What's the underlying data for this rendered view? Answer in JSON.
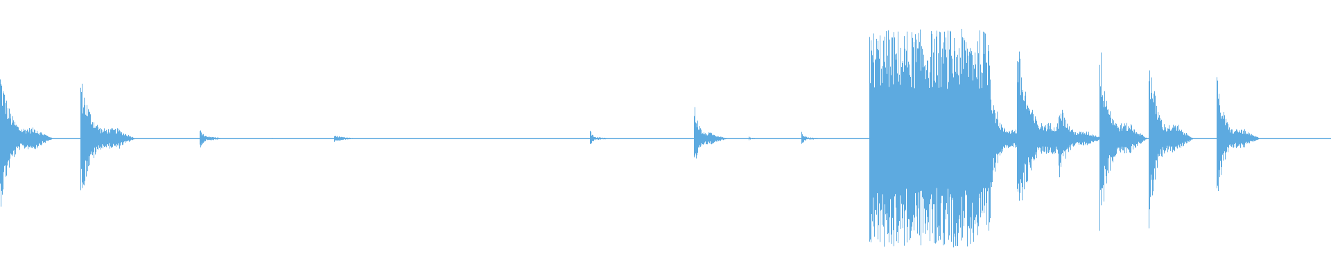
{
  "waveform": {
    "color": "#5DAAE0",
    "background": "#FFFFFF",
    "duration_fraction_segments": [
      {
        "start": 0.0,
        "end": 0.028,
        "amp": 0.62
      },
      {
        "start": 0.06,
        "end": 0.09,
        "amp": 0.58
      },
      {
        "start": 0.15,
        "end": 0.16,
        "amp": 0.1
      },
      {
        "start": 0.204,
        "end": 0.205,
        "amp": 0.02
      },
      {
        "start": 0.251,
        "end": 0.28,
        "amp": 0.03
      },
      {
        "start": 0.443,
        "end": 0.451,
        "amp": 0.08
      },
      {
        "start": 0.521,
        "end": 0.535,
        "amp": 0.35
      },
      {
        "start": 0.562,
        "end": 0.564,
        "amp": 0.06
      },
      {
        "start": 0.602,
        "end": 0.611,
        "amp": 0.06
      },
      {
        "start": 0.653,
        "end": 0.744,
        "amp": 0.93
      },
      {
        "start": 0.744,
        "end": 0.764,
        "amp": 0.55
      },
      {
        "start": 0.764,
        "end": 0.795,
        "amp": 0.9
      },
      {
        "start": 0.795,
        "end": 0.818,
        "amp": 0.4
      },
      {
        "start": 0.826,
        "end": 0.85,
        "amp": 0.88
      },
      {
        "start": 0.863,
        "end": 0.885,
        "amp": 0.8
      },
      {
        "start": 0.914,
        "end": 0.935,
        "amp": 0.55
      }
    ],
    "baseline_amp": 0.004
  }
}
